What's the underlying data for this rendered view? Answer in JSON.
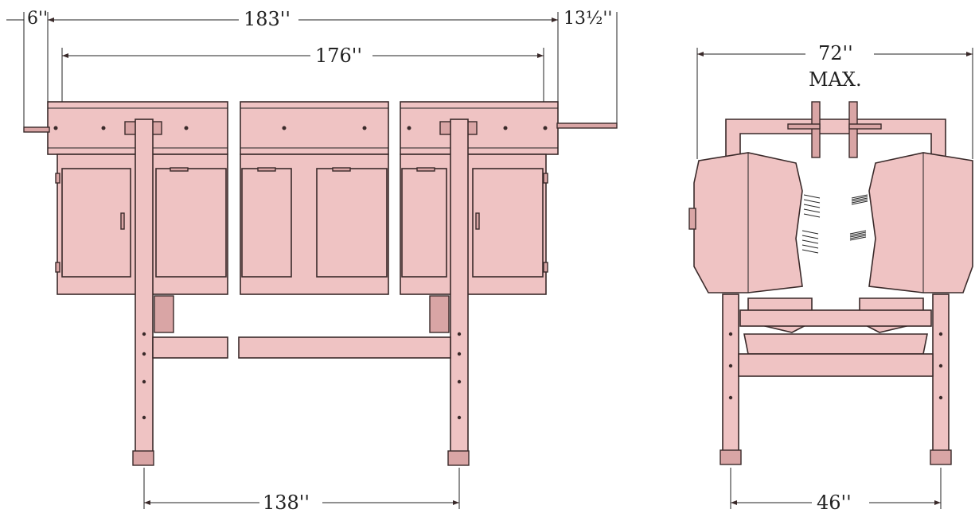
{
  "dimensions": {
    "left_overhang": "6''",
    "overall_length": "183''",
    "right_overhang": "13½''",
    "inner_length": "176''",
    "leg_span": "138''",
    "max_width": "72''",
    "max_label": "MAX.",
    "base_width": "46''"
  },
  "colors": {
    "body_fill": "#efc3c3",
    "outline": "#3a2a2a"
  }
}
